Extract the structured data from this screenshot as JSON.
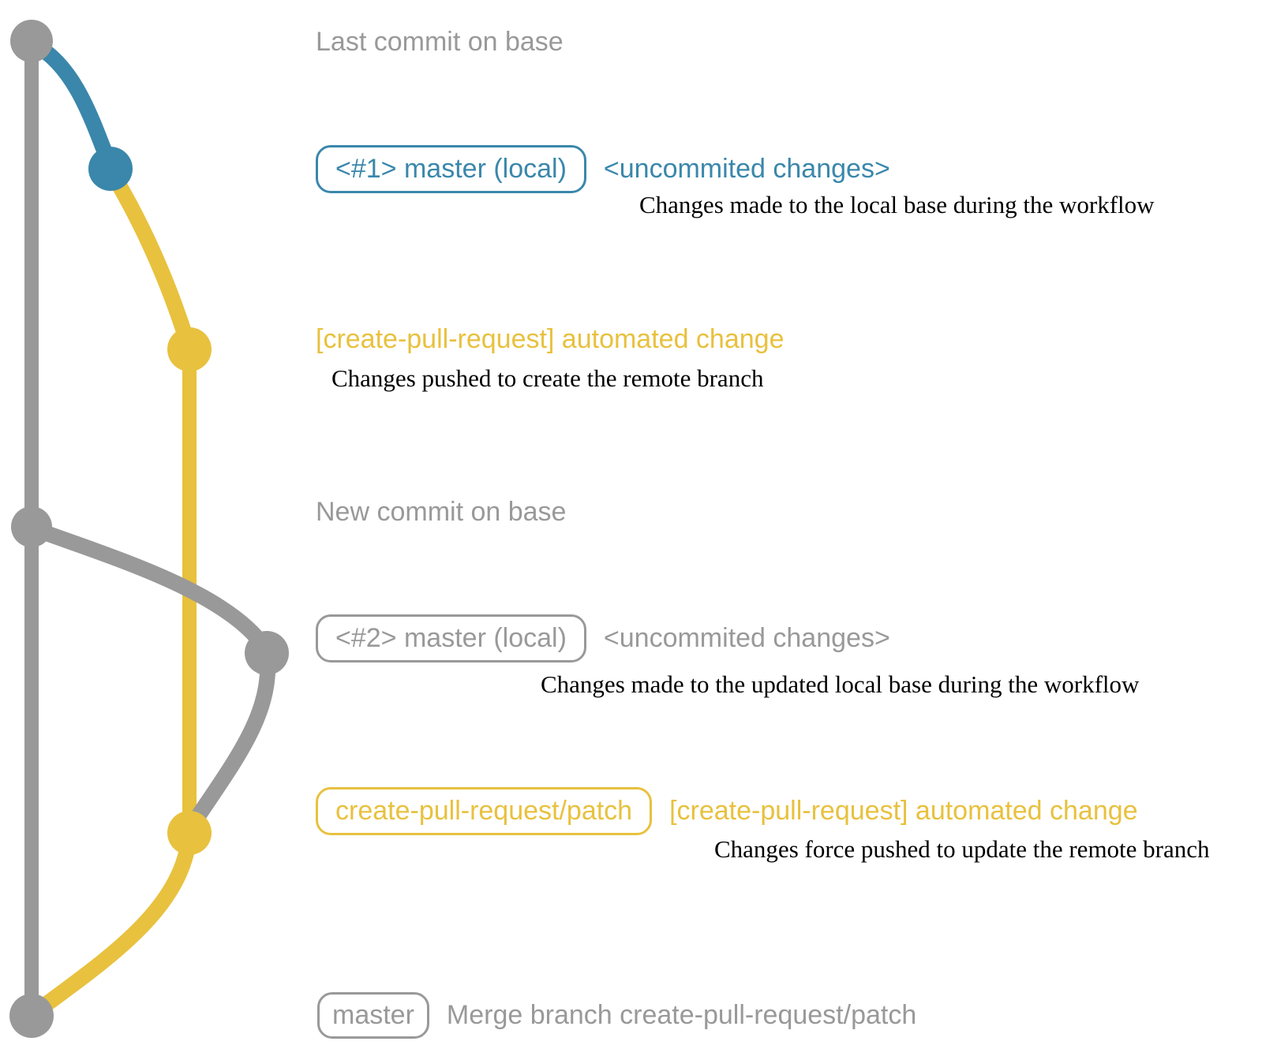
{
  "colors": {
    "gray": "#999999",
    "blue": "#3a87ab",
    "yellow": "#e8c13e",
    "ink": "#000000"
  },
  "rows": {
    "last_commit": {
      "label": "Last commit on base"
    },
    "row1": {
      "box": "<#1> master (local)",
      "tag": "<uncommited changes>",
      "caption": "Changes made to the local base during the workflow"
    },
    "cpr1": {
      "label": "[create-pull-request] automated change",
      "caption": "Changes pushed to create the remote branch"
    },
    "new_commit": {
      "label": "New commit on base"
    },
    "row2": {
      "box": "<#2> master (local)",
      "tag": "<uncommited changes>",
      "caption": "Changes made to the updated local base during the workflow"
    },
    "row3": {
      "box": "create-pull-request/patch",
      "label": "[create-pull-request] automated change",
      "caption": "Changes force pushed to update the remote branch"
    },
    "master": {
      "box": "master",
      "label": "Merge branch create-pull-request/patch"
    }
  }
}
